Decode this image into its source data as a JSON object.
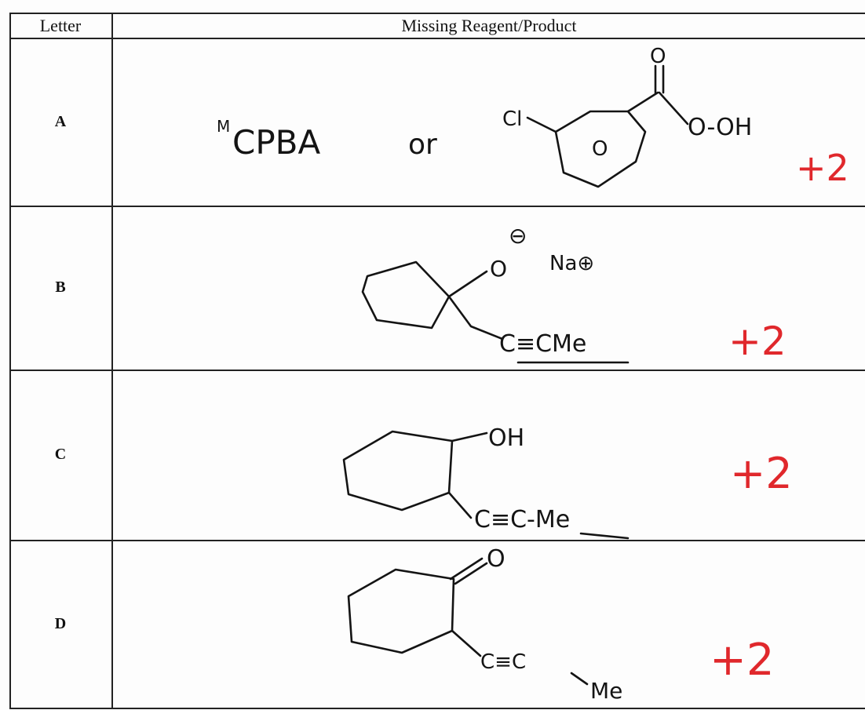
{
  "table": {
    "headers": {
      "letter": "Letter",
      "missing": "Missing Reagent/Product"
    },
    "rows": [
      {
        "letter": "A",
        "text_mcpba_prefix": "M",
        "text_mcpba": "CPBA",
        "text_or": "or",
        "text_cl": "Cl",
        "text_carbonyl_o": "O",
        "text_ring_o": "O",
        "text_ooh": "O-OH",
        "score": "+2"
      },
      {
        "letter": "B",
        "text_alkoxide_o": "O",
        "text_charge_neg": "⊖",
        "text_sodium": "Na⊕",
        "text_alkyne": "C≡CMe",
        "score": "+2"
      },
      {
        "letter": "C",
        "text_oh": "OH",
        "text_alkyne": "C≡C-Me",
        "score": "+2"
      },
      {
        "letter": "D",
        "text_ketone_o": "O",
        "text_alkyne": "C≡C",
        "text_me": "Me",
        "score": "+2"
      }
    ]
  },
  "colors": {
    "ink": "#141414",
    "grading_ink": "#e0282c",
    "rule": "#222222"
  }
}
